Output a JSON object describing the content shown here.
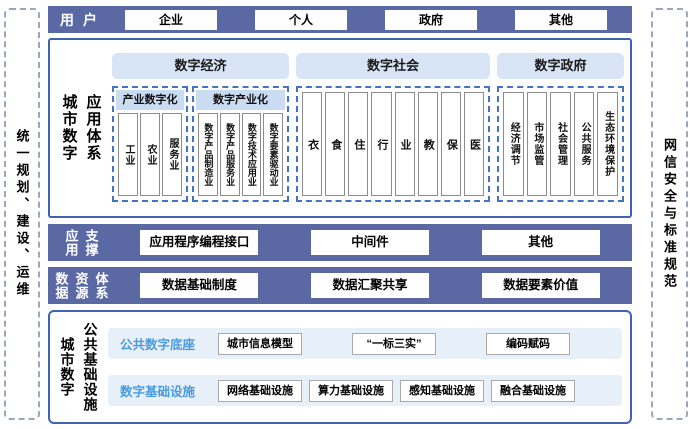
{
  "colors": {
    "bar_blue": "#5a69a4",
    "section_border_blue": "#3f63b0",
    "dashed_border_blue": "#4472c4",
    "header_light_blue": "#d8e5f6",
    "subheader_blue": "#cadcf2",
    "row_light_blue": "#e7eff9",
    "infra_label_blue": "#4a9ade",
    "item_border_gray": "#8c8c8c"
  },
  "left_rail": {
    "label": "统一规划、建设、运维"
  },
  "right_rail": {
    "label": "网信安全与标准规范"
  },
  "user_bar": {
    "label": "用户",
    "items": [
      "企业",
      "个人",
      "政府",
      "其他"
    ]
  },
  "app_system": {
    "label_cols": [
      "城市数字",
      "应用体系"
    ],
    "economy": {
      "header": "数字经济",
      "industry_digitalization": {
        "header": "产业数字化",
        "items": [
          "工业",
          "农业",
          "服务业"
        ]
      },
      "digital_industrialization": {
        "header": "数字产业化",
        "items": [
          "数字产品制造业",
          "数字产品服务业",
          "数字技术应用业",
          "数字要素驱动业"
        ]
      }
    },
    "society": {
      "header": "数字社会",
      "items": [
        "衣",
        "食",
        "住",
        "行",
        "业",
        "教",
        "保",
        "医"
      ]
    },
    "government": {
      "header": "数字政府",
      "items": [
        "经济调节",
        "市场监管",
        "社会管理",
        "公共服务",
        "生态环境保护"
      ]
    }
  },
  "support_bar": {
    "label_cols": [
      "应用",
      "支撑"
    ],
    "items": [
      "应用程序编程接口",
      "中间件",
      "其他"
    ]
  },
  "data_bar": {
    "label_cols": [
      "数据",
      "资源",
      "体系"
    ],
    "items": [
      "数据基础制度",
      "数据汇聚共享",
      "数据要素价值"
    ]
  },
  "infra_section": {
    "label_cols": [
      "城市数字",
      "公共基础设施"
    ],
    "rows": [
      {
        "label": "公共数字底座",
        "items": [
          "城市信息模型",
          "“一标三实”",
          "编码赋码"
        ]
      },
      {
        "label": "数字基础设施",
        "items": [
          "网络基础设施",
          "算力基础设施",
          "感知基础设施",
          "融合基础设施"
        ]
      }
    ]
  }
}
